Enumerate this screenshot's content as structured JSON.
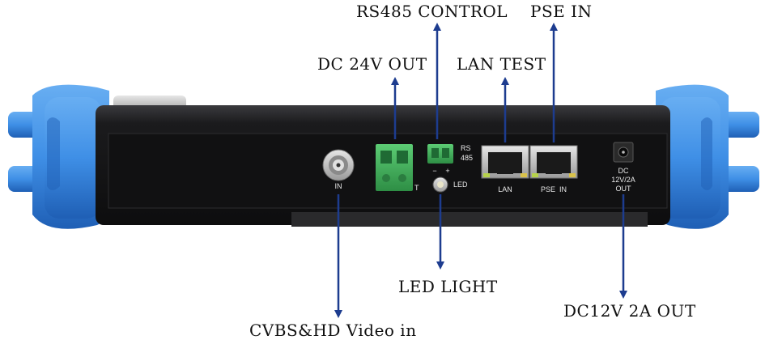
{
  "callouts": {
    "rs485_control": "RS485 CONTROL",
    "pse_in": "PSE IN",
    "dc_24v_out": "DC 24V OUT",
    "lan_test": "LAN TEST",
    "led_light": "LED LIGHT",
    "dc12v_2a_out": "DC12V 2A OUT",
    "video_in": "CVBS&HD Video in"
  },
  "panel_labels": {
    "bnc_in": "IN",
    "rs485_line1": "RS",
    "rs485_line2": "485",
    "rs485_minus": "−",
    "rs485_plus": "+",
    "led": "LED",
    "lan": "LAN",
    "pse_in": "PSE  IN",
    "dc_line1": "DC",
    "dc_line2": "12V/2A",
    "dc_line3": "OUT",
    "terminal_partial": "T"
  },
  "colors": {
    "bumper_blue": "#3f8fe6",
    "bumper_dark": "#1f5fb5",
    "body_black": "#1b1b1d",
    "terminal_green": "#3fb25a",
    "arrow_blue": "#1d3c8f",
    "silver": "#c9c9c9"
  }
}
